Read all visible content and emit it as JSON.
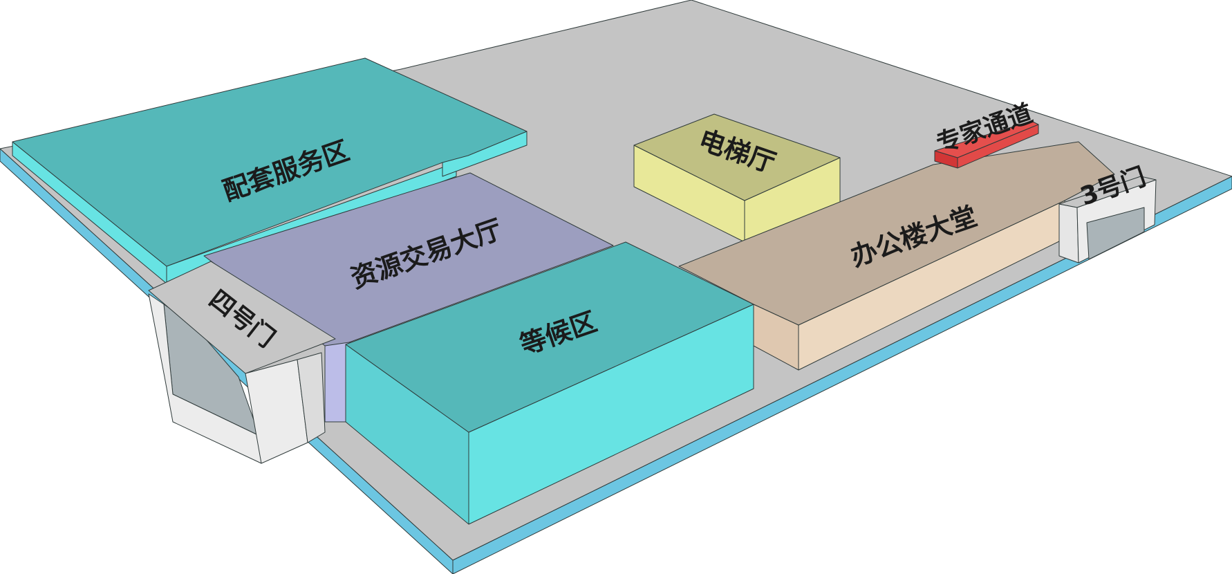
{
  "labels": {
    "service_area": "配套服务区",
    "trading_hall": "资源交易大厅",
    "waiting_area": "等候区",
    "elevator_hall": "电梯厅",
    "office_lobby": "办公楼大堂",
    "expert_channel": "专家通道",
    "gate_4": "四号门",
    "gate_3": "3号门"
  },
  "colors": {
    "platform_top": "#c4c4c4",
    "platform_side": "#6cc6e2",
    "teal_top": "#55b8b9",
    "teal_side": "#67e3e3",
    "purple_top": "#9c9ebf",
    "purple_side": "#bcbde8",
    "yellow_top": "#c0c083",
    "yellow_side": "#e8e899",
    "tan_top": "#bfae9c",
    "tan_side": "#ecd8c0",
    "red": "#e24a48",
    "gate_top": "#c6c6c6",
    "gate_side": "#ececec",
    "gate_inner": "#aab4b8"
  }
}
